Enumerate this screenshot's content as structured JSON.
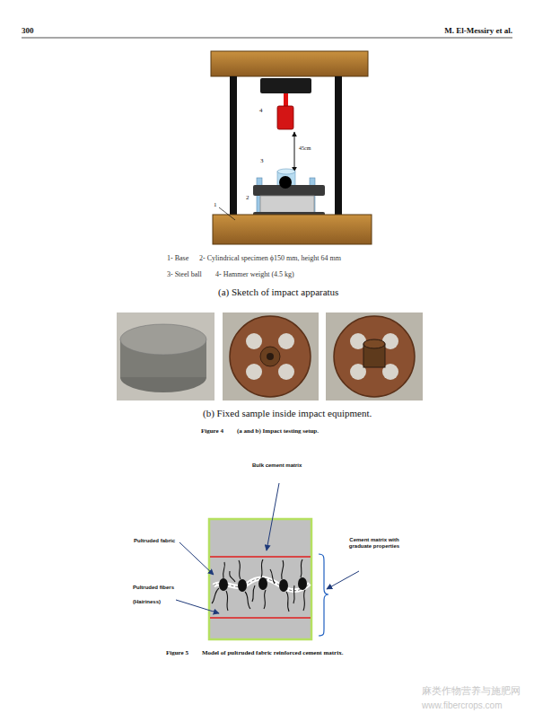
{
  "diagram": {
    "labels": [
      "300",
      "M. El-Messiry et al.",
      "4",
      "45cm",
      "3",
      "2",
      "1",
      "1- Base",
      "2- Cylindrical specimen ϕ150 mm, height 64 mm",
      "3- Steel ball",
      "4- Hammer weight (4.5 kg)",
      "(a) Sketch of impact apparatus",
      "(b) Fixed sample inside impact equipment.",
      "Figure 4",
      "(a and b) Impact testing setup.",
      "Bulk cement matrix",
      "Pultruded fabric",
      "Cement matrix with graduate properties",
      "Pultruded fibers (Hairiness)",
      "Figure 5",
      "Model of pultruded fabric reinforced cement matrix.",
      "麻类作物营养与施肥网",
      "www.fibercrops.com"
    ]
  }
}
